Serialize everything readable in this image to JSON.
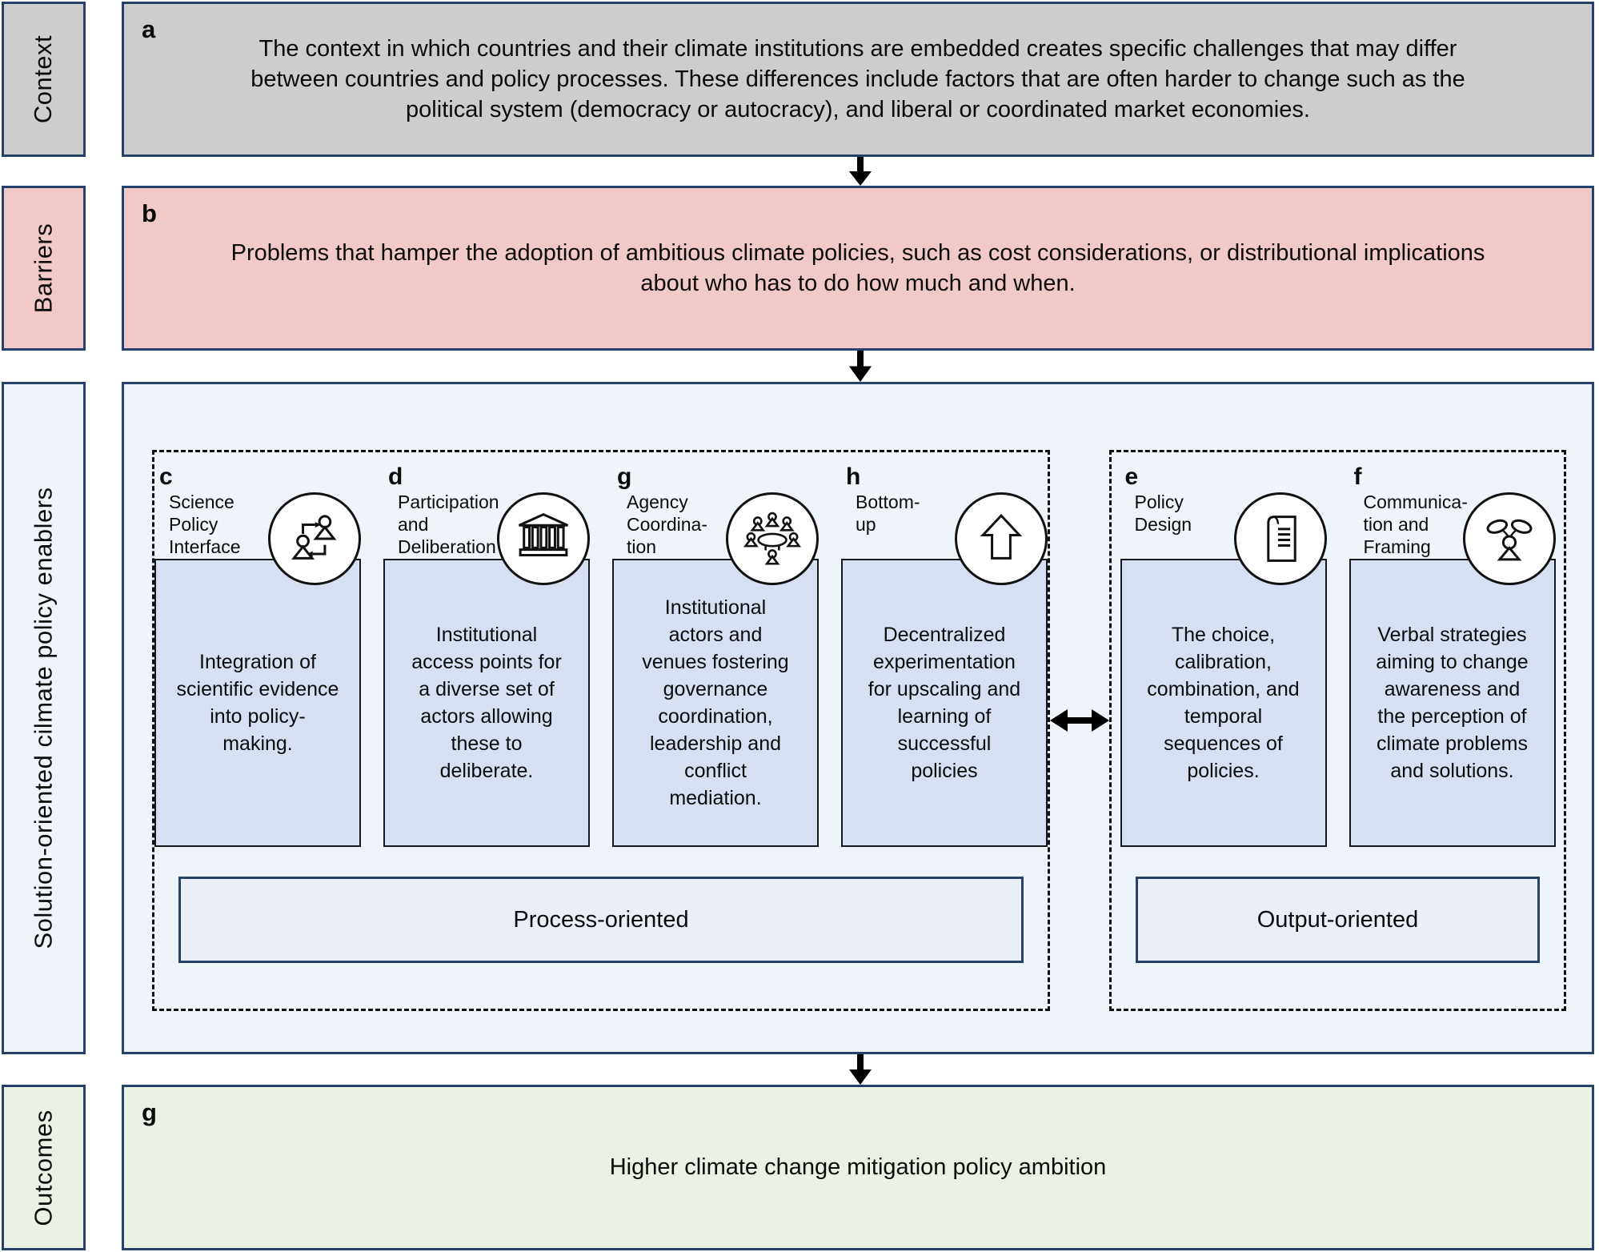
{
  "colors": {
    "context_fill": "#cdcdcd",
    "barriers_fill": "#f2c9c9",
    "enablers_fill": "#eff3fa",
    "outcomes_fill": "#e9f2e4",
    "enabler_card_fill": "#d6e0f2",
    "caption_fill": "#e9eef7",
    "border_navy": "#26426b",
    "border_black": "#111111",
    "arrow_black": "#000000"
  },
  "sidebar": {
    "context": "Context",
    "barriers": "Barriers",
    "enablers": "Solution-oriented cilmate policy enablers",
    "outcomes": "Outcomes"
  },
  "context": {
    "letter": "a",
    "text": "The context in which countries and their climate institutions are embedded creates specific challenges that may differ\nbetween countries and policy processes. These differences include factors that are often harder to change such as the\npolitical system (democracy or autocracy), and liberal or coordinated market economies."
  },
  "barriers": {
    "letter": "b",
    "text": "Problems that hamper the adoption of ambitious climate policies, such as cost considerations, or distributional implications\nabout who has to do how much and when."
  },
  "enablers": {
    "process": {
      "caption": "Process-oriented",
      "items": [
        {
          "letter": "c",
          "label": "Science\nPolicy\nInterface",
          "icon": "people-exchange-icon",
          "text": "Integration of\nscientific evidence\ninto policy-\nmaking."
        },
        {
          "letter": "d",
          "label": "Participation\nand\nDeliberation",
          "icon": "institution-building-icon",
          "text": "Institutional\naccess points for\na diverse set of\nactors allowing\nthese to\ndeliberate."
        },
        {
          "letter": "g",
          "label": "Agency\nCoordina-\ntion",
          "icon": "round-table-meeting-icon",
          "text": "Institutional\nactors and\nvenues fostering\ngovernance\ncoordination,\nleadership and\nconflict\nmediation."
        },
        {
          "letter": "h",
          "label": "Bottom-\nup",
          "icon": "arrow-up-icon",
          "text": "Decentralized\nexperimentation\nfor upscaling and\nlearning of\nsuccessful\npolicies"
        }
      ]
    },
    "output": {
      "caption": "Output-oriented",
      "items": [
        {
          "letter": "e",
          "label": "Policy\nDesign",
          "icon": "policy-document-icon",
          "text": "The choice,\ncalibration,\ncombination, and\ntemporal\nsequences of\npolicies."
        },
        {
          "letter": "f",
          "label": "Communica-\ntion and\nFraming",
          "icon": "person-speech-icon",
          "text": "Verbal strategies\naiming to change\nawareness and\nthe perception of\nclimate problems\nand solutions."
        }
      ]
    }
  },
  "outcomes": {
    "letter": "g",
    "text": "Higher climate change mitigation policy ambition"
  }
}
